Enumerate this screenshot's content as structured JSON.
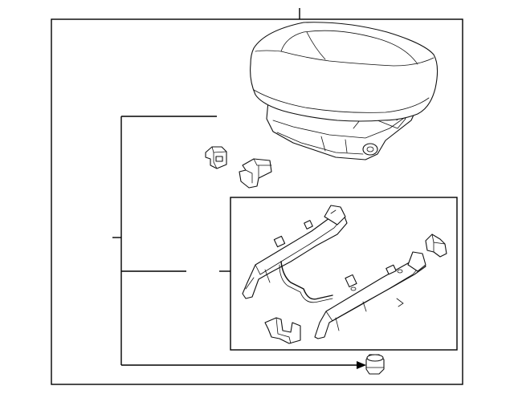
{
  "diagram": {
    "type": "exploded-parts-diagram",
    "text_labels": [],
    "parts": [
      {
        "name": "seat-cushion-assembly",
        "callout_style": "top-leader"
      },
      {
        "name": "clip"
      },
      {
        "name": "bracket"
      },
      {
        "name": "seat-track-assembly",
        "boxed": true
      },
      {
        "name": "track-cover-clip"
      },
      {
        "name": "track-bracket"
      },
      {
        "name": "cap-nut",
        "callout_style": "arrow"
      }
    ],
    "colors": {
      "line": "#000000",
      "background": "#ffffff"
    }
  }
}
